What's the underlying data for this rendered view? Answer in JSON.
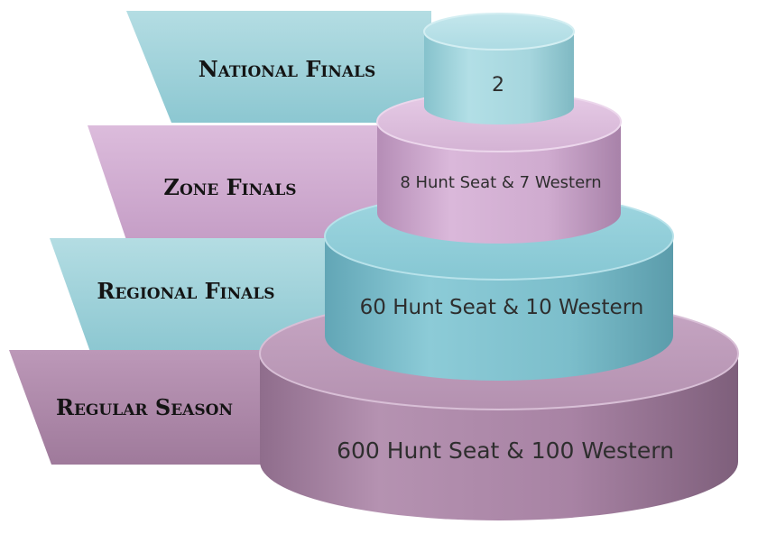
{
  "diagram": {
    "levels": [
      {
        "label": "National Finals",
        "value": "2",
        "color": "#a9d6de"
      },
      {
        "label": "Zone Finals",
        "value": "8 Hunt Seat & 7 Western",
        "color": "#d3aed3"
      },
      {
        "label": "Regional Finals",
        "value": "60 Hunt Seat & 10 Western",
        "color": "#7ec0ce"
      },
      {
        "label": "Regular Season",
        "value": "600 Hunt Seat & 100 Western",
        "color": "#b08aac"
      }
    ]
  }
}
